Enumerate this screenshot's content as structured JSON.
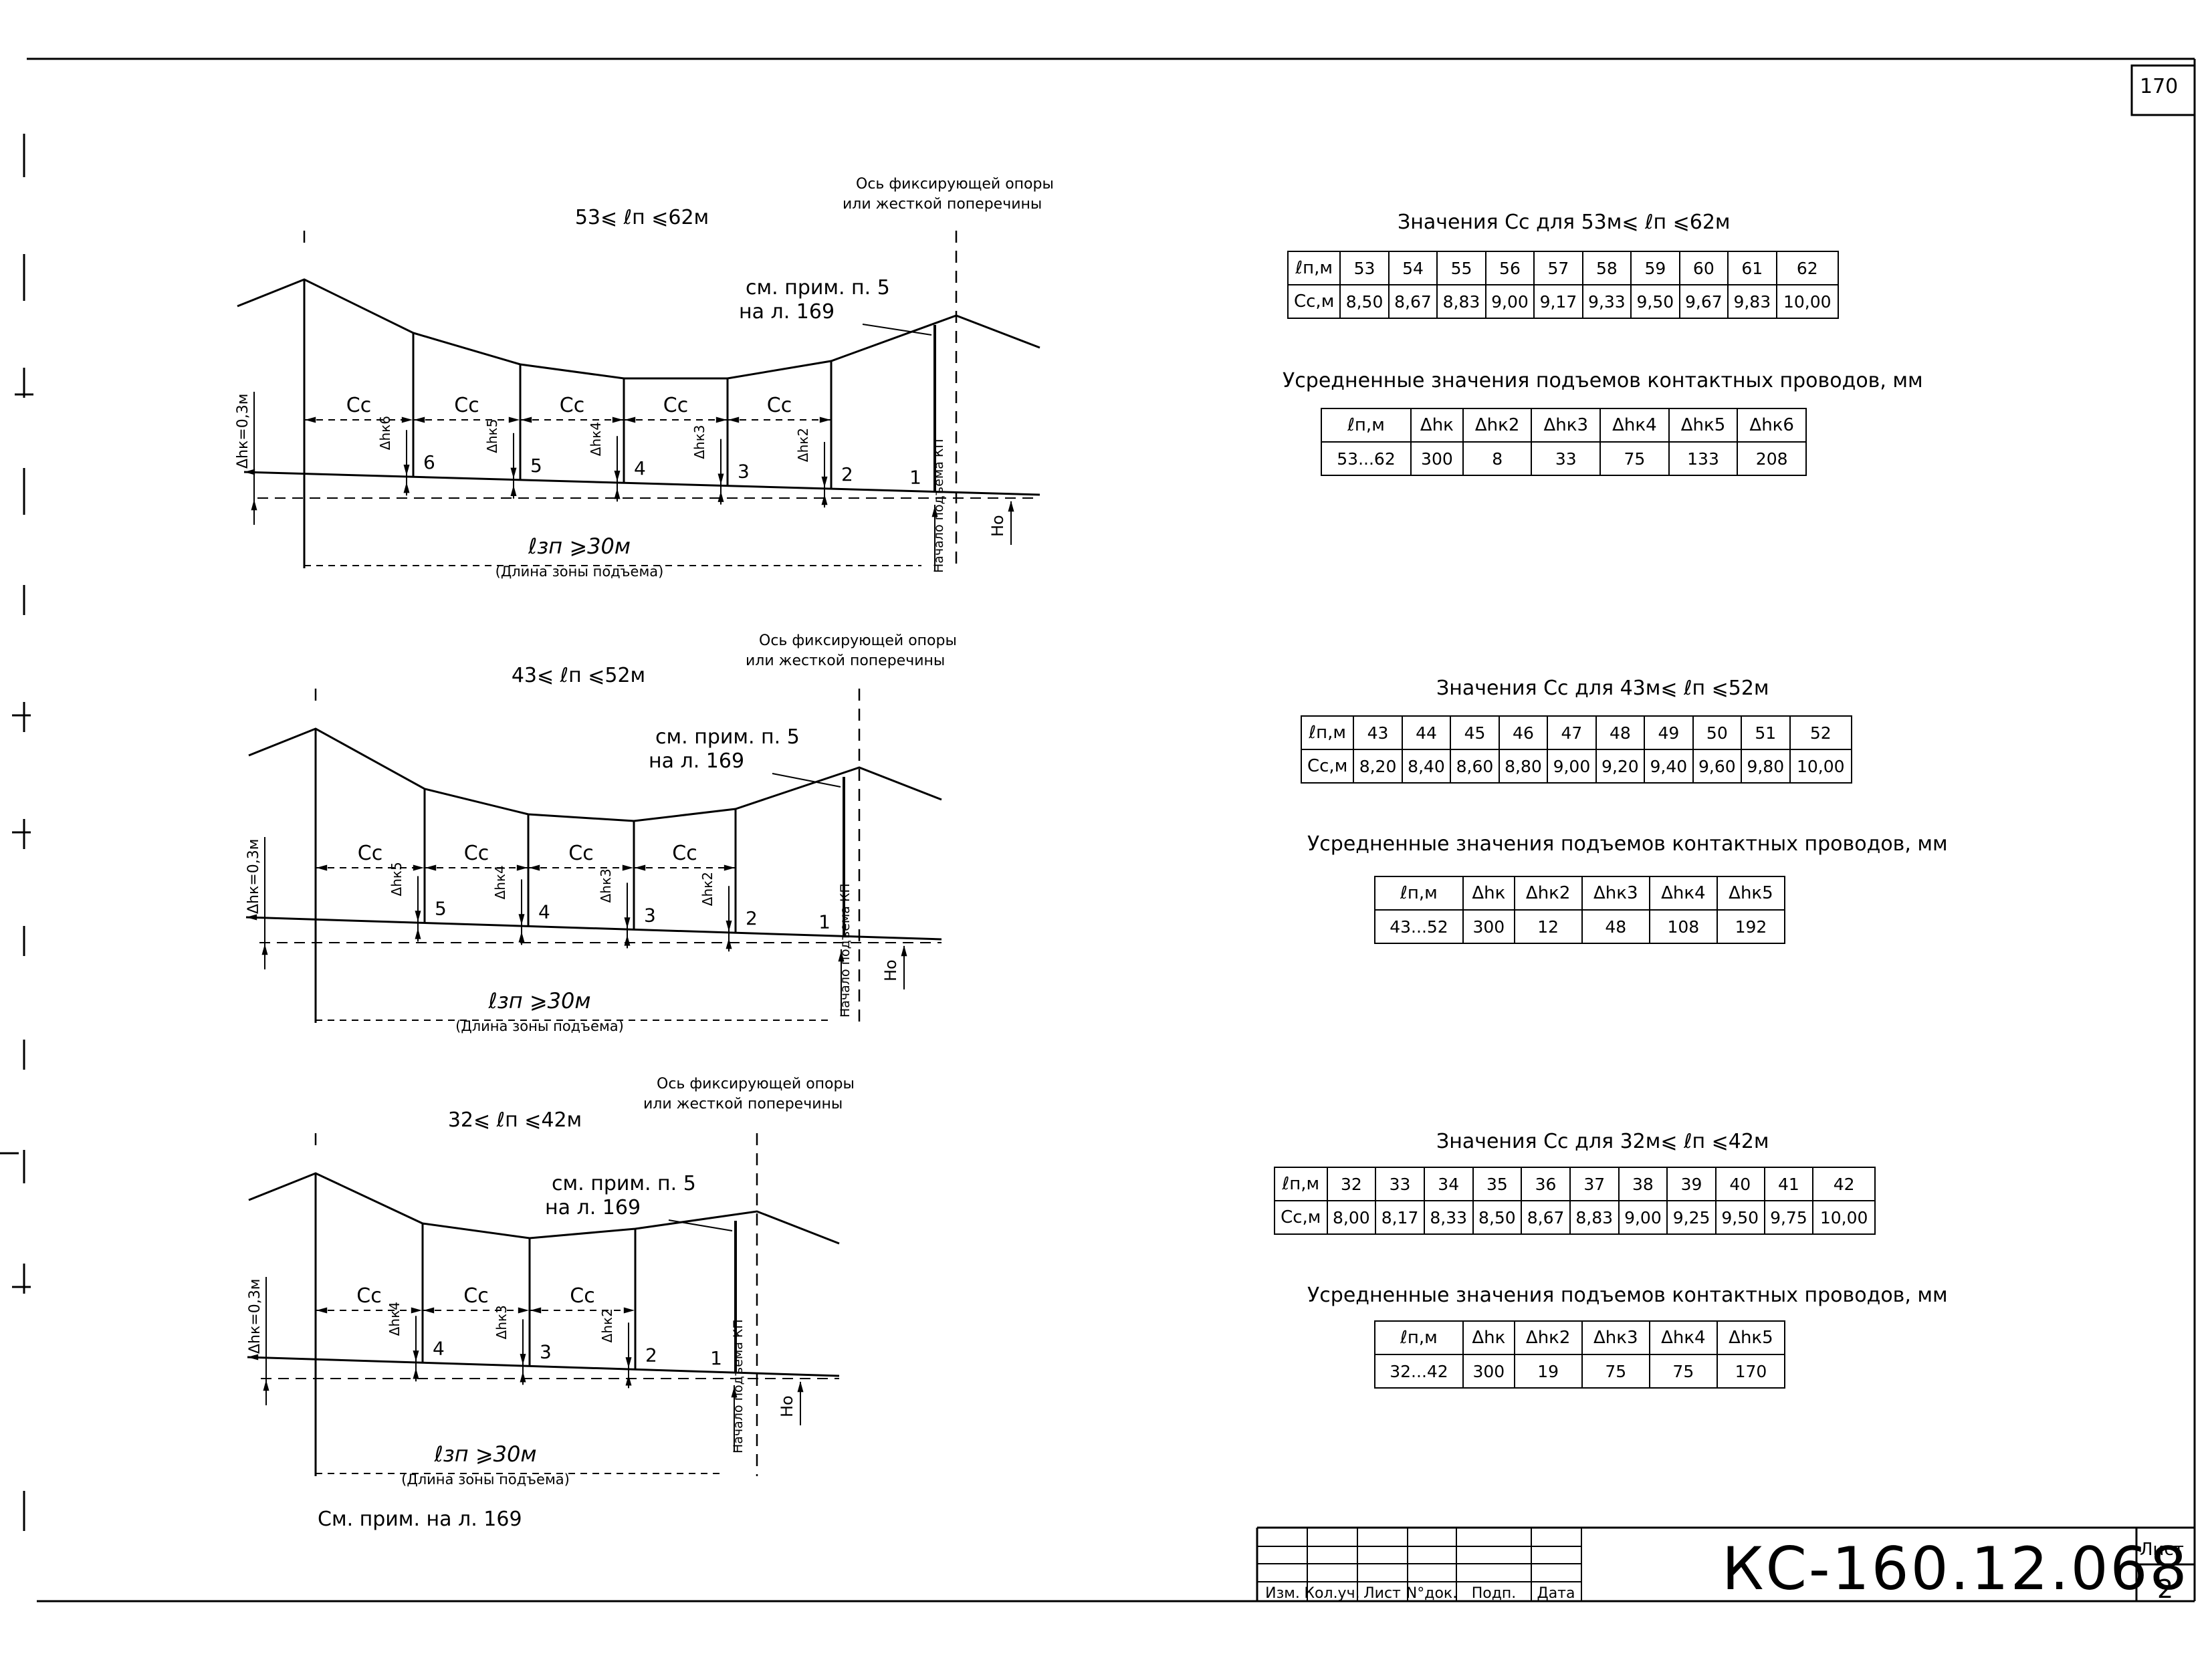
{
  "page_number": "170",
  "drawing_code": "КС-160.12.068",
  "sheet_label": "Лист",
  "sheet_number": "2",
  "footnote": "См. прим. на л. 169",
  "stamp_headers": [
    "Изм.",
    "Кол.уч.",
    "Лист",
    "N°док.",
    "Подп.",
    "Дата"
  ],
  "common": {
    "axis_note_l1": "Ось фиксирующей опоры",
    "axis_note_l2": "или жесткой поперечины",
    "note_l1": "см. прим. п. 5",
    "note_l2": "на л. 169",
    "cc": "Сс",
    "dh_left": "Δhк=0,3м",
    "lzp": "ℓзп ⩾30м",
    "zone": "(Длина зоны подъема)",
    "start": "Начало подъема КП",
    "h0": "Hо"
  },
  "diagrams": [
    {
      "range": "53⩽ ℓп ⩽62м",
      "dh": [
        "Δhк6",
        "Δhк5",
        "Δhк4",
        "Δhк3",
        "Δhк2"
      ],
      "nums": [
        "6",
        "5",
        "4",
        "3",
        "2",
        "1"
      ]
    },
    {
      "range": "43⩽ ℓп ⩽52м",
      "dh": [
        "Δhк5",
        "Δhк4",
        "Δhк3",
        "Δhк2"
      ],
      "nums": [
        "5",
        "4",
        "3",
        "2",
        "1"
      ]
    },
    {
      "range": "32⩽ ℓп ⩽42м",
      "dh": [
        "Δhк4",
        "Δhк3",
        "Δhк2"
      ],
      "nums": [
        "4",
        "3",
        "2",
        "1"
      ]
    }
  ],
  "tables": [
    {
      "cc_title": "Значения Сс для 53м⩽ ℓп ⩽62м",
      "cc_head": "ℓп,м",
      "cc_label": "Сс,м",
      "lp": [
        "53",
        "54",
        "55",
        "56",
        "57",
        "58",
        "59",
        "60",
        "61",
        "62"
      ],
      "cc": [
        "8,50",
        "8,67",
        "8,83",
        "9,00",
        "9,17",
        "9,33",
        "9,50",
        "9,67",
        "9,83",
        "10,00"
      ],
      "dh_title": "Усредненные значения подъемов контактных проводов, мм",
      "dh_head": [
        "ℓп,м",
        "Δhк",
        "Δhк2",
        "Δhк3",
        "Δhк4",
        "Δhк5",
        "Δhк6"
      ],
      "dh_row": [
        "53...62",
        "300",
        "8",
        "33",
        "75",
        "133",
        "208"
      ]
    },
    {
      "cc_title": "Значения Сс для 43м⩽ ℓп ⩽52м",
      "cc_head": "ℓп,м",
      "cc_label": "Сс,м",
      "lp": [
        "43",
        "44",
        "45",
        "46",
        "47",
        "48",
        "49",
        "50",
        "51",
        "52"
      ],
      "cc": [
        "8,20",
        "8,40",
        "8,60",
        "8,80",
        "9,00",
        "9,20",
        "9,40",
        "9,60",
        "9,80",
        "10,00"
      ],
      "dh_title": "Усредненные значения подъемов контактных проводов, мм",
      "dh_head": [
        "ℓп,м",
        "Δhк",
        "Δhк2",
        "Δhк3",
        "Δhк4",
        "Δhк5"
      ],
      "dh_row": [
        "43...52",
        "300",
        "12",
        "48",
        "108",
        "192"
      ]
    },
    {
      "cc_title": "Значения Сс для 32м⩽ ℓп ⩽42м",
      "cc_head": "ℓп,м",
      "cc_label": "Сс,м",
      "lp": [
        "32",
        "33",
        "34",
        "35",
        "36",
        "37",
        "38",
        "39",
        "40",
        "41",
        "42"
      ],
      "cc": [
        "8,00",
        "8,17",
        "8,33",
        "8,50",
        "8,67",
        "8,83",
        "9,00",
        "9,25",
        "9,50",
        "9,75",
        "10,00"
      ],
      "dh_title": "Усредненные значения подъемов контактных проводов, мм",
      "dh_head": [
        "ℓп,м",
        "Δhк",
        "Δhк2",
        "Δhк3",
        "Δhк4",
        "Δhк5"
      ],
      "dh_row": [
        "32...42",
        "300",
        "19",
        "75",
        "75",
        "170"
      ]
    }
  ]
}
